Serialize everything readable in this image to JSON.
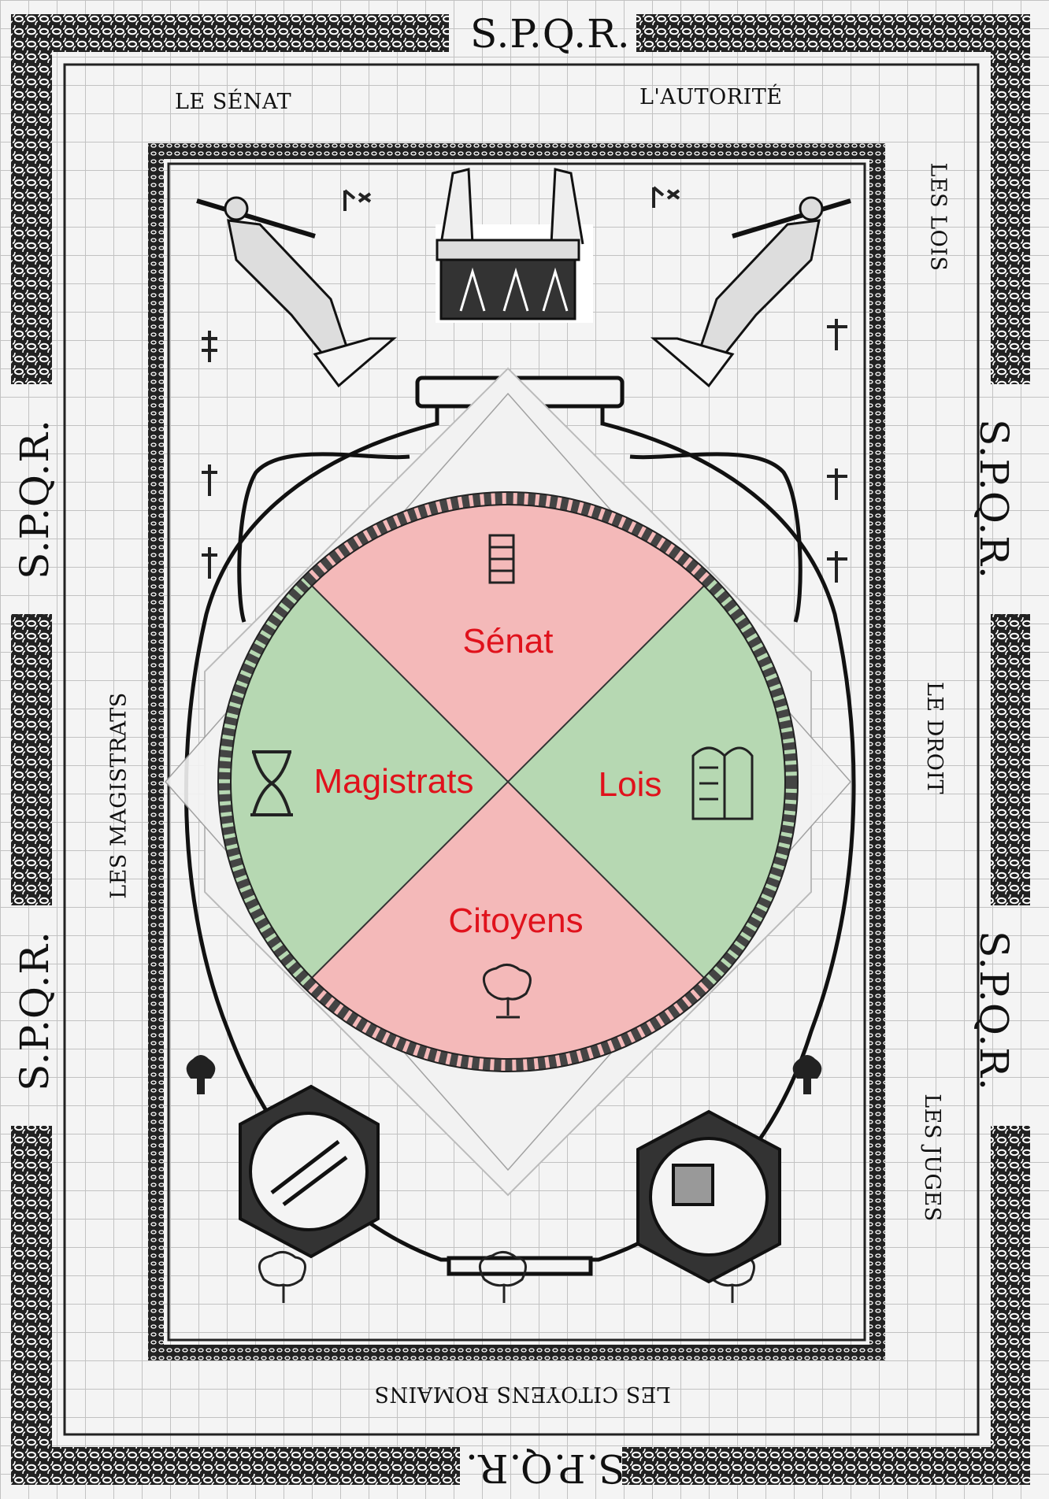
{
  "border": {
    "spqr": "S.P.Q.R."
  },
  "labels": {
    "senat": "LE SÉNAT",
    "autorite": "L'AUTORITÉ",
    "lois": "LES LOIS",
    "droit": "LE DROIT",
    "juges": "LES JUGES",
    "magistrats": "LES MAGISTRATS",
    "citoyens_romains": "LES CITOYENS ROMAINS"
  },
  "wheel": {
    "segments": {
      "top": "Sénat",
      "right": "Lois",
      "bottom": "Citoyens",
      "left": "Magistrats"
    },
    "colors": {
      "top_bottom": "#f4b9b9",
      "left_right": "#b6d8b2",
      "text": "#e0121c"
    }
  },
  "icons": [
    "twin-statue-icon",
    "winged-figures-altar-icon",
    "wreath-emblem-icon",
    "spade-emblem-icon",
    "amphora-icon",
    "hexagon-medallion-icon",
    "stone-tablets-icon",
    "curule-chair-icon",
    "fasces-icon",
    "club-emblem-icon"
  ]
}
